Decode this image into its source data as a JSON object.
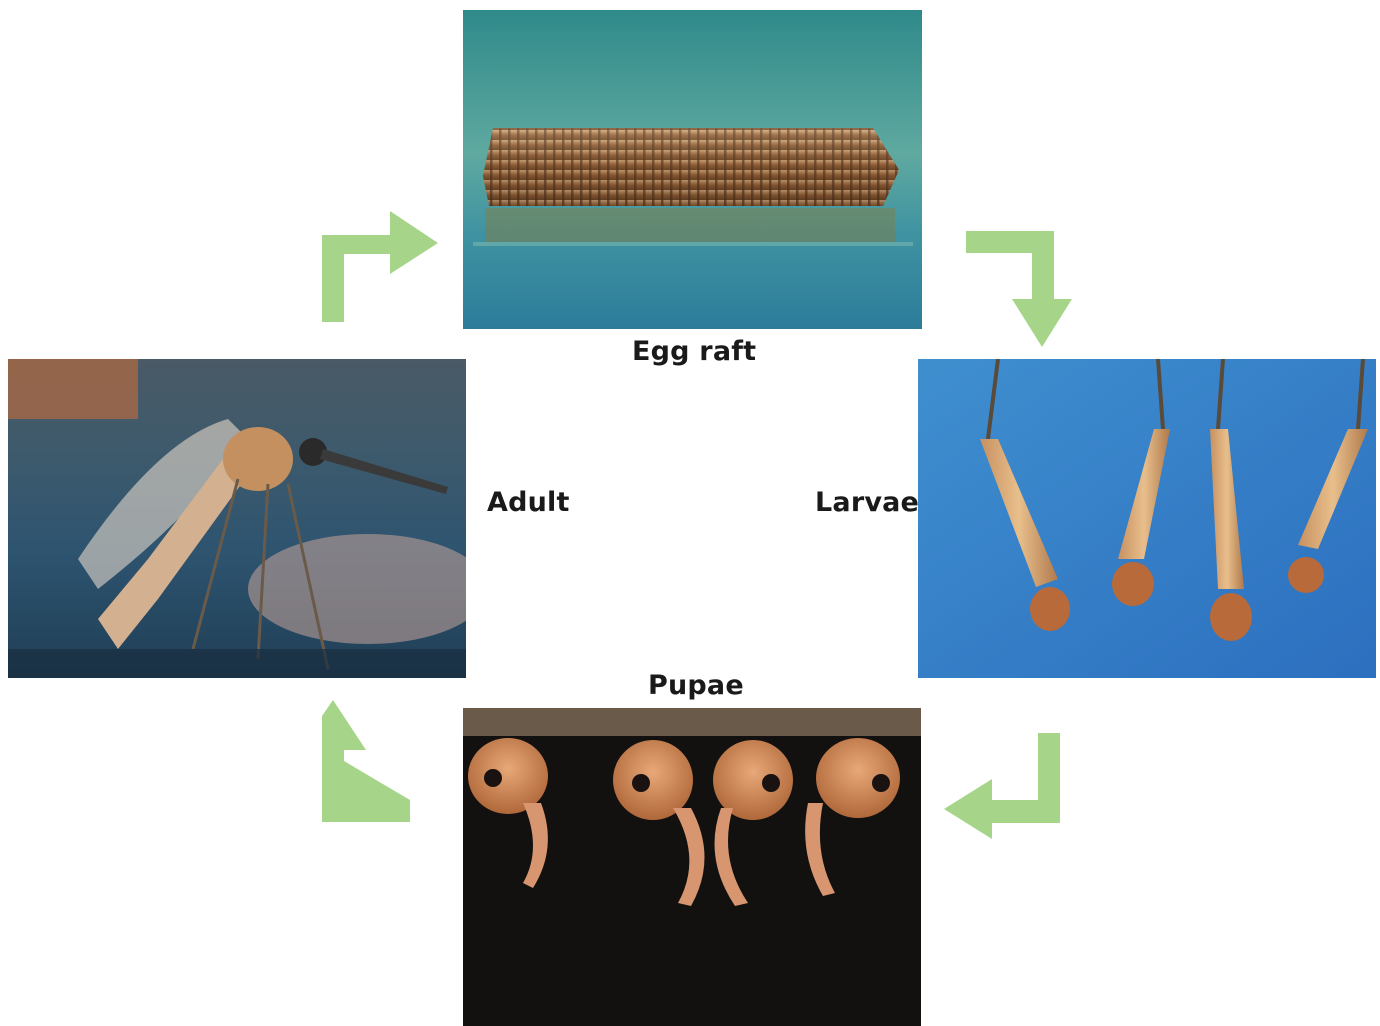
{
  "stages": {
    "egg_raft": {
      "label": "Egg raft"
    },
    "larvae": {
      "label": "Larvae"
    },
    "pupae": {
      "label": "Pupae"
    },
    "adult": {
      "label": "Adult"
    }
  },
  "colors": {
    "arrow": "#a6d58a",
    "label": "#1a1a1a",
    "background": "#ffffff"
  },
  "arrows": [
    {
      "from": "adult",
      "to": "egg_raft",
      "icon": "elbow-arrow-icon"
    },
    {
      "from": "egg_raft",
      "to": "larvae",
      "icon": "elbow-arrow-icon"
    },
    {
      "from": "larvae",
      "to": "pupae",
      "icon": "elbow-arrow-icon"
    },
    {
      "from": "pupae",
      "to": "adult",
      "icon": "elbow-arrow-icon"
    }
  ]
}
